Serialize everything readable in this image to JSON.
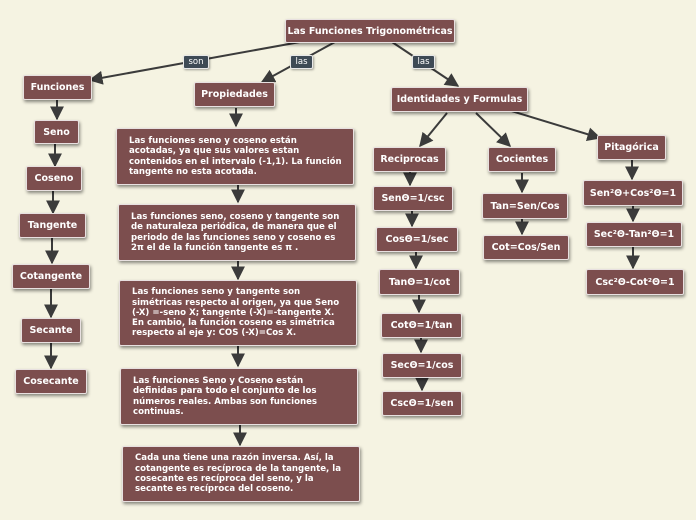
{
  "root": "Las Funciones Trigonométricas",
  "links": {
    "son": "son",
    "las1": "las",
    "las2": "las"
  },
  "funciones": {
    "title": "Funciones",
    "items": [
      "Seno",
      "Coseno",
      "Tangente",
      "Cotangente",
      "Secante",
      "Cosecante"
    ]
  },
  "propiedades": {
    "title": "Propiedades",
    "items": [
      "Las funciones seno y coseno están acotadas, ya que sus valores estan contenidos en el intervalo (-1,1). La función tangente no esta acotada.",
      "Las funciones seno, coseno y tangente son de naturaleza periódica, de manera que el periodo de las funciones seno y coseno es 2π el de la función tangente es π .",
      "Las funciones seno y tangente son simétricas respecto al origen, ya que Seno (-X) =-seno X; tangente (-X)=-tangente X. En cambio, la función coseno es simétrica respecto al eje y: COS (-X)=Cos X.",
      "Las funciones Seno y Coseno están definidas para todo el conjunto de los números reales.  Ambas son funciones continuas.",
      "Cada una tiene una razón inversa.  Así, la cotangente es recíproca de la tangente, la cosecante es recíproca del seno, y la secante es recíproca del coseno."
    ]
  },
  "identidades": {
    "title": "Identidades y Formulas",
    "reciprocas": {
      "title": "Reciprocas",
      "items": [
        "SenΘ=1/csc",
        "CosΘ=1/sec",
        "TanΘ=1/cot",
        "CotΘ=1/tan",
        "SecΘ=1/cos",
        "CscΘ=1/sen"
      ]
    },
    "cocientes": {
      "title": "Cocientes",
      "items": [
        "Tan=Sen/Cos",
        "Cot=Cos/Sen"
      ]
    },
    "pitagorica": {
      "title": "Pitagórica",
      "items": [
        "Sen²Θ+Cos²Θ=1",
        "Sec²Θ-Tan²Θ=1",
        "Csc²Θ-Cot²Θ=1"
      ]
    }
  }
}
